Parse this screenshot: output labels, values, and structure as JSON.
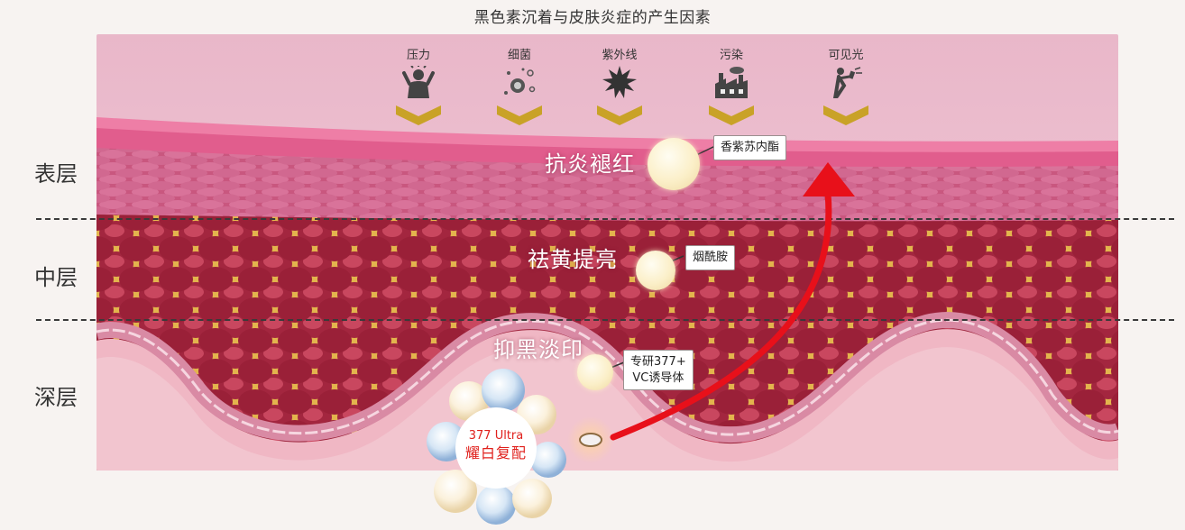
{
  "title": "黑色素沉着与皮肤炎症的产生因素",
  "layers": {
    "surface": "表层",
    "middle": "中层",
    "deep": "深层"
  },
  "factors": [
    {
      "label": "压力",
      "icon": "stress-person-icon"
    },
    {
      "label": "细菌",
      "icon": "bacteria-icon"
    },
    {
      "label": "紫外线",
      "icon": "sun-icon"
    },
    {
      "label": "污染",
      "icon": "factory-icon"
    },
    {
      "label": "可见光",
      "icon": "person-phone-icon"
    }
  ],
  "effects": {
    "anti_inflammation": "抗炎褪红",
    "brighten": "祛黄提亮",
    "whiten": "抑黑淡印"
  },
  "ingredients": {
    "perilla": "香紫苏内酯",
    "niacinamide": "烟酰胺",
    "vc_line1": "专研377+",
    "vc_line2": "VC诱导体"
  },
  "complex": {
    "line1": "377 Ultra",
    "line2": "耀白复配"
  },
  "colors": {
    "arrow": "#e8101a",
    "chevron": "#c9a227",
    "tissue": "#b8355a",
    "surface": "#f2a6c0"
  }
}
